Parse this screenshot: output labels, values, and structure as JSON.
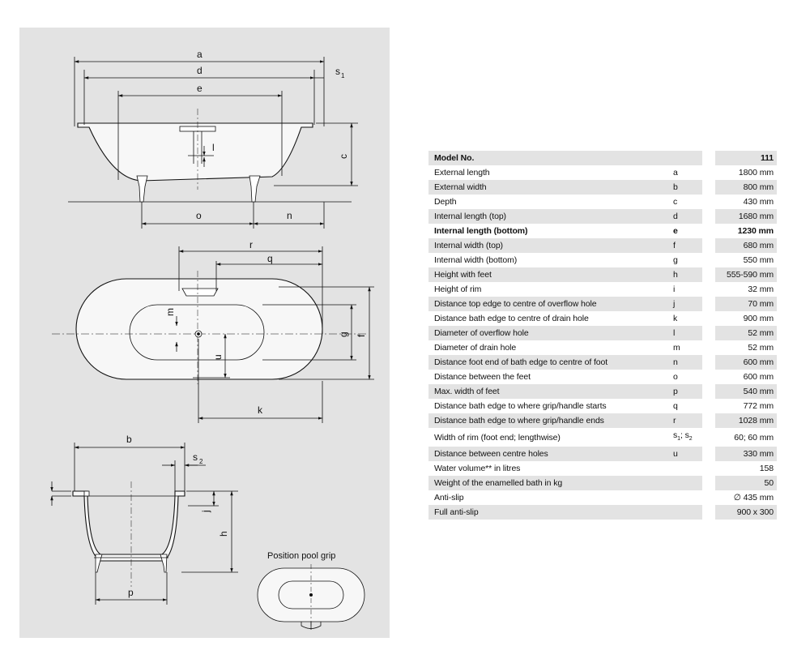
{
  "drawing": {
    "top_view_labels": {
      "a": "a",
      "d": "d",
      "e": "e",
      "s1": "s",
      "s1_sub": "1",
      "c": "c",
      "l": "l",
      "o": "o",
      "n": "n"
    },
    "plan_view_labels": {
      "r": "r",
      "q": "q",
      "m": "m",
      "u": "u",
      "g": "g",
      "f": "f",
      "k": "k"
    },
    "section_view_labels": {
      "b": "b",
      "s2": "s",
      "s2_sub": "2",
      "j": "j",
      "h": "h",
      "p": "p"
    },
    "pool_grip_caption": "Position pool grip"
  },
  "table": {
    "header": {
      "name": "Model No.",
      "value": "111"
    },
    "rows": [
      {
        "name": "External length",
        "symbol": "a",
        "value": "1800 mm",
        "bold": false
      },
      {
        "name": "External width",
        "symbol": "b",
        "value": "800 mm",
        "bold": false
      },
      {
        "name": "Depth",
        "symbol": "c",
        "value": "430 mm",
        "bold": false
      },
      {
        "name": "Internal length (top)",
        "symbol": "d",
        "value": "1680 mm",
        "bold": false
      },
      {
        "name": "Internal length (bottom)",
        "symbol": "e",
        "value": "1230 mm",
        "bold": true
      },
      {
        "name": "Internal width (top)",
        "symbol": "f",
        "value": "680 mm",
        "bold": false
      },
      {
        "name": "Internal width (bottom)",
        "symbol": "g",
        "value": "550 mm",
        "bold": false
      },
      {
        "name": "Height with feet",
        "symbol": "h",
        "value": "555-590 mm",
        "bold": false
      },
      {
        "name": "Height of rim",
        "symbol": "i",
        "value": "32 mm",
        "bold": false
      },
      {
        "name": "Distance top edge to centre of overflow hole",
        "symbol": "j",
        "value": "70 mm",
        "bold": false
      },
      {
        "name": "Distance bath edge to centre of drain hole",
        "symbol": "k",
        "value": "900 mm",
        "bold": false
      },
      {
        "name": "Diameter of overflow hole",
        "symbol": "l",
        "value": "52 mm",
        "bold": false
      },
      {
        "name": "Diameter of drain hole",
        "symbol": "m",
        "value": "52 mm",
        "bold": false
      },
      {
        "name": "Distance foot end of bath edge to centre of foot",
        "symbol": "n",
        "value": "600 mm",
        "bold": false
      },
      {
        "name": "Distance between the feet",
        "symbol": "o",
        "value": "600 mm",
        "bold": false
      },
      {
        "name": "Max. width of feet",
        "symbol": "p",
        "value": "540 mm",
        "bold": false
      },
      {
        "name": "Distance bath edge to where grip/handle starts",
        "symbol": "q",
        "value": "772 mm",
        "bold": false
      },
      {
        "name": "Distance bath edge to where grip/handle ends",
        "symbol": "r",
        "value": "1028 mm",
        "bold": false
      },
      {
        "name": "Width of rim (foot end; lengthwise)",
        "symbol": "s1; s2",
        "value": "60; 60 mm",
        "bold": false
      },
      {
        "name": "Distance between centre holes",
        "symbol": "u",
        "value": "330 mm",
        "bold": false
      },
      {
        "name": "Water volume** in litres",
        "symbol": "",
        "value": "158",
        "bold": false
      },
      {
        "name": "Weight of the enamelled bath in kg",
        "symbol": "",
        "value": "50",
        "bold": false
      },
      {
        "name": "Anti-slip",
        "symbol": "",
        "value": "∅ 435 mm",
        "bold": false
      },
      {
        "name": "Full anti-slip",
        "symbol": "",
        "value": "900 x 300",
        "bold": false
      }
    ]
  }
}
